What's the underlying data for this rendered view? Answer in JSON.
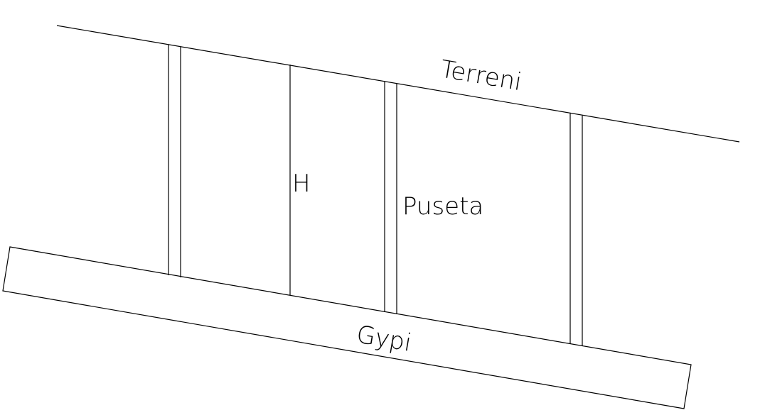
{
  "labels": {
    "terrain": "Terreni",
    "height": "H",
    "well": "Puseta",
    "gypsum": "Gypi"
  },
  "colors": {
    "stroke": "#000000",
    "background": "#ffffff"
  }
}
